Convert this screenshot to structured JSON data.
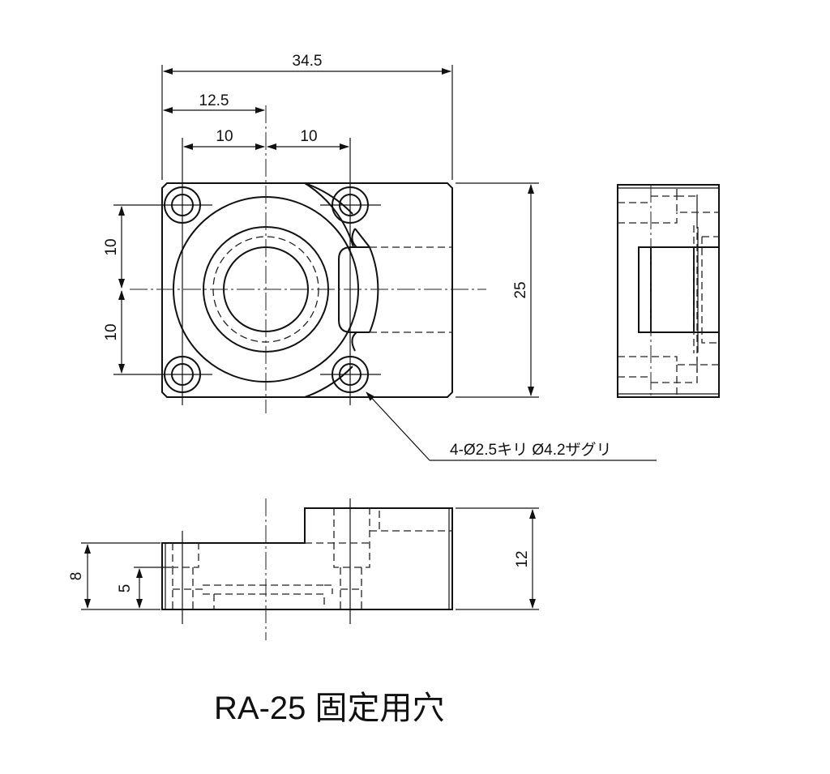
{
  "dimensions": {
    "overall_width": "34.5",
    "left_to_center": "12.5",
    "hole_left_offset": "10",
    "hole_right_offset": "10",
    "hole_upper_offset": "10",
    "hole_lower_offset": "10",
    "overall_height": "25",
    "base_height": "8",
    "counterbore_depth": "5",
    "total_thickness": "12"
  },
  "hole_note": "4-Ø2.5キリ Ø4.2ザグリ",
  "title": "RA-25 固定用穴"
}
